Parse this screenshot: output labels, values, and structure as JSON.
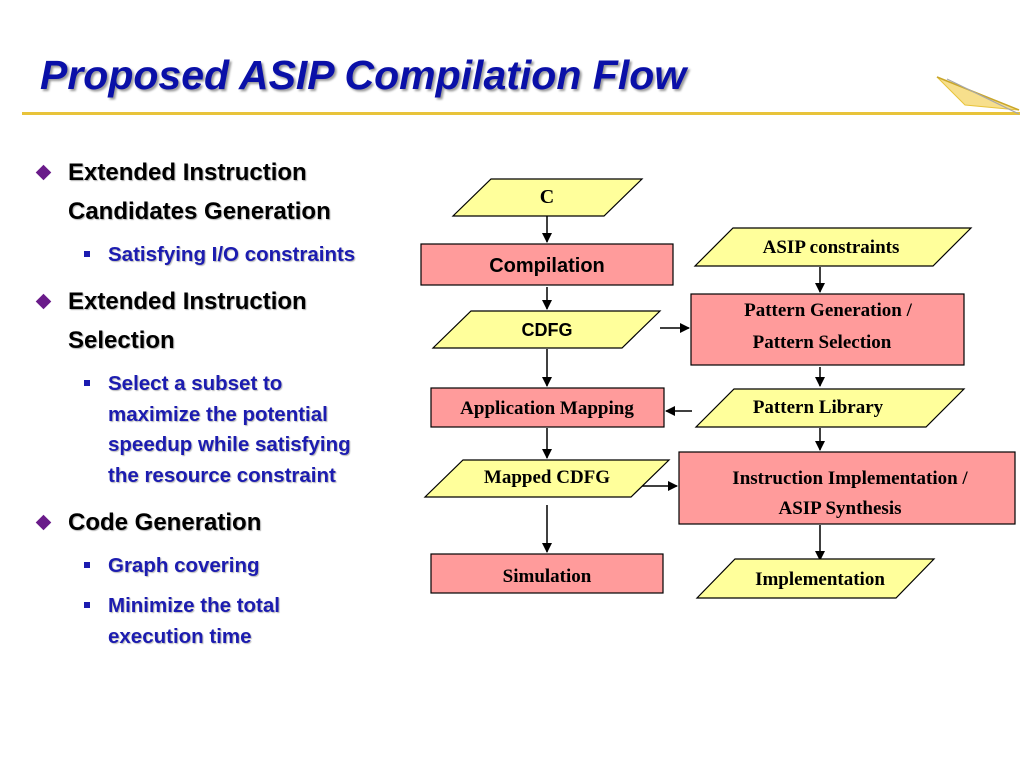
{
  "title": "Proposed ASIP Compilation Flow",
  "bullets": [
    {
      "text": [
        "Extended Instruction",
        "Candidates Generation"
      ],
      "subs": [
        [
          "Satisfying I/O constraints"
        ]
      ]
    },
    {
      "text": [
        "Extended Instruction",
        "Selection"
      ],
      "subs": [
        [
          "Select a subset to",
          "maximize the potential",
          "speedup while satisfying",
          "the resource constraint"
        ]
      ]
    },
    {
      "text": [
        "Code Generation"
      ],
      "subs": [
        [
          "Graph covering"
        ],
        [
          "Minimize the total",
          "execution time"
        ]
      ]
    }
  ],
  "flow": {
    "c": "C",
    "compilation": "Compilation",
    "cdfg": "CDFG",
    "application_mapping": "Application Mapping",
    "mapped_cdfg": "Mapped CDFG",
    "simulation": "Simulation",
    "asip_constraints": "ASIP constraints",
    "pattern_generation": [
      "Pattern Generation /",
      "Pattern Selection"
    ],
    "pattern_library": "Pattern Library",
    "instruction_implementation": [
      "Instruction Implementation /",
      "ASIP Synthesis"
    ],
    "implementation": "Implementation"
  },
  "colors": {
    "title": "#0a10a8",
    "rule": "#e8c33a",
    "bullet_l1": "#6a1b8a",
    "bullet_l2": "#1c1cb0",
    "process_fill": "#ff9b9b",
    "data_fill": "#ffff9b"
  }
}
